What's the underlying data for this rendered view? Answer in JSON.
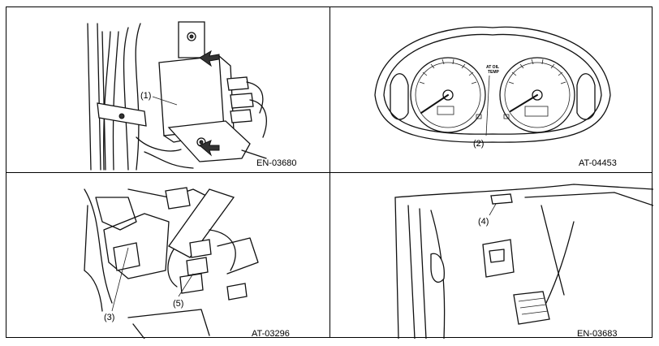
{
  "panels": [
    {
      "code": "EN-03680",
      "callouts": [
        "(1)"
      ]
    },
    {
      "code": "AT-04453",
      "callouts": [
        "(2)"
      ],
      "gauge_text": [
        "AT OIL",
        "TEMP"
      ]
    },
    {
      "code": "AT-03296",
      "callouts": [
        "(3)",
        "(5)"
      ]
    },
    {
      "code": "EN-03683",
      "callouts": [
        "(4)"
      ]
    }
  ]
}
